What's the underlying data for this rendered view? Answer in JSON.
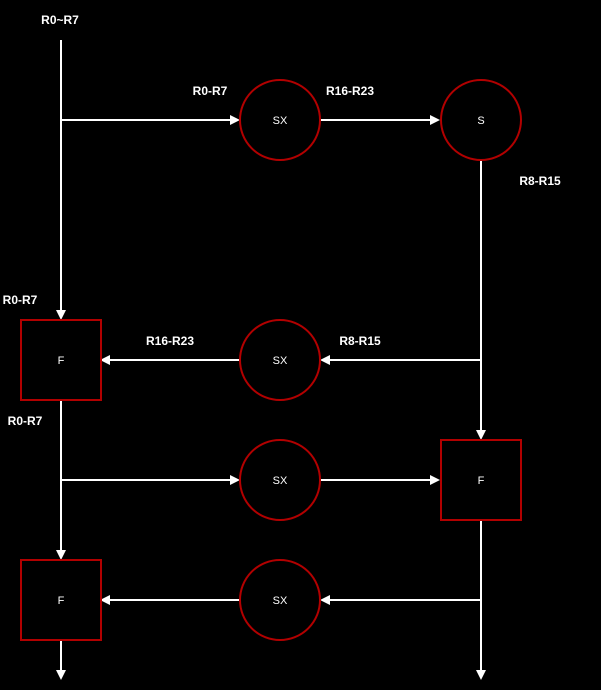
{
  "colors": {
    "background": "#000000",
    "node_stroke": "#b20000",
    "edge": "#ffffff",
    "text": "#ffffff"
  },
  "nodes": {
    "sx_top": {
      "label": "SX",
      "shape": "circle"
    },
    "s_top": {
      "label": "S",
      "shape": "circle"
    },
    "f_left_upper": {
      "label": "F",
      "shape": "square"
    },
    "sx_mid_upper": {
      "label": "SX",
      "shape": "circle"
    },
    "sx_mid_lower": {
      "label": "SX",
      "shape": "circle"
    },
    "f_right": {
      "label": "F",
      "shape": "square"
    },
    "f_left_lower": {
      "label": "F",
      "shape": "square"
    },
    "sx_bottom": {
      "label": "SX",
      "shape": "circle"
    }
  },
  "labels": {
    "input": "R0~R7",
    "to_sx_top": "R0-R7",
    "sx_to_s": "R16-R23",
    "s_output": "R8-R15",
    "into_f_left_upper": "R0-R7",
    "sx_mid_to_f": "R16-R23",
    "s_to_sx_mid": "R8-R15",
    "f_left_upper_output": "R0-R7"
  }
}
